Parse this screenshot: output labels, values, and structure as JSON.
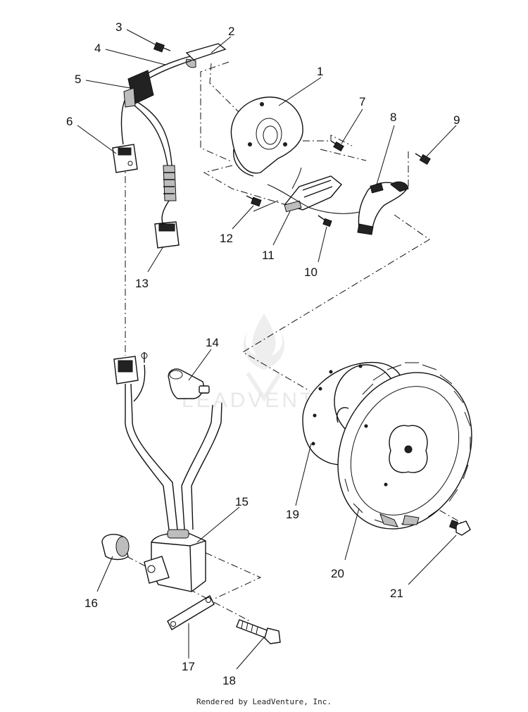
{
  "watermark": {
    "text": "LEADVENTURE",
    "icon": "leadventure-flame-icon"
  },
  "footer": {
    "text": "Rendered by LeadVenture, Inc."
  },
  "callouts": {
    "c1": "1",
    "c2": "2",
    "c3": "3",
    "c4": "4",
    "c5": "5",
    "c6": "6",
    "c7": "7",
    "c8": "8",
    "c9": "9",
    "c10": "10",
    "c11": "11",
    "c12": "12",
    "c13": "13",
    "c14": "14",
    "c15": "15",
    "c16": "16",
    "c17": "17",
    "c18": "18",
    "c19": "19",
    "c20": "20",
    "c21": "21"
  }
}
